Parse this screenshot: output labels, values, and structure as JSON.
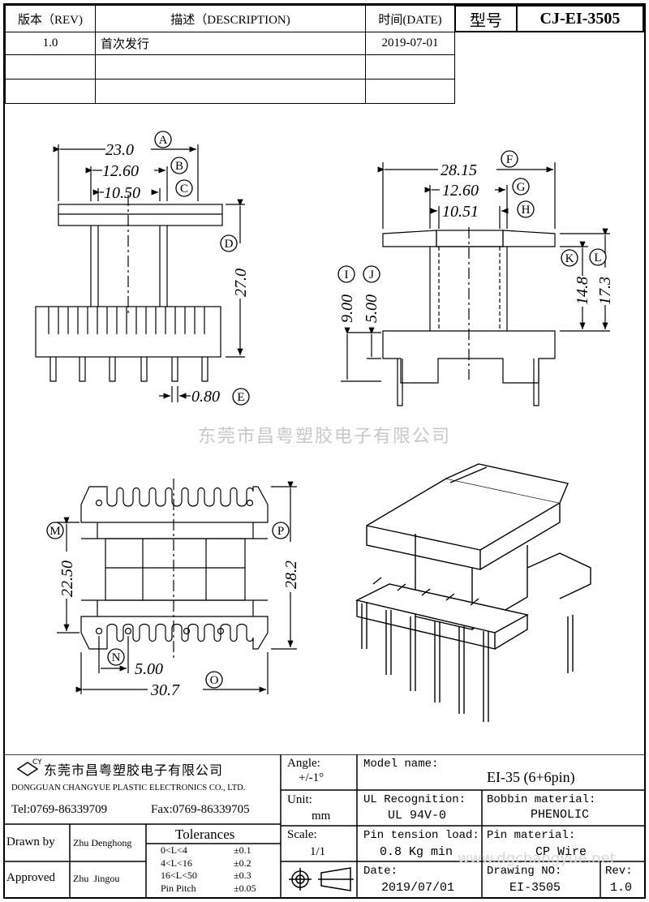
{
  "header": {
    "col_rev": "版本（REV)",
    "col_desc": "描述（DESCRIPTION)",
    "col_date": "时间(DATE)",
    "rows": [
      {
        "rev": "1.0",
        "desc": "首次发行",
        "date": "2019-07-01"
      }
    ]
  },
  "model": {
    "label": "型号",
    "value": "CJ-EI-3505"
  },
  "dimensions": {
    "front": {
      "A": "23.0",
      "B": "12.60",
      "C": "10.50",
      "D": "27.0",
      "E": "0.80"
    },
    "side": {
      "F": "28.15",
      "G": "12.60",
      "H": "10.51",
      "I": "9.00",
      "J": "5.00",
      "K": "14.8",
      "L": "17.3"
    },
    "top": {
      "M": "22.50",
      "N": "5.00",
      "O": "30.7",
      "P": "28.2"
    },
    "letters": [
      "A",
      "B",
      "C",
      "D",
      "E",
      "F",
      "G",
      "H",
      "I",
      "J",
      "K",
      "L",
      "M",
      "N",
      "O",
      "P"
    ]
  },
  "watermark": "东莞市昌粤塑胶电子有限公司",
  "title_block": {
    "company_cn": "东莞市昌粤塑胶电子有限公司",
    "company_en": "DONGGUAN CHANGYUE PLASTIC ELECTRONICS CO., LTD.",
    "tel": "Tel:0769-86339709",
    "fax": "Fax:0769-86339705",
    "logo_text": "CY",
    "drawn_by_label": "Drawn by",
    "drawn_by": "Zhu Denghong",
    "approved_label": "Approved",
    "approved_by": "Zhu  Jingou",
    "tolerances_label": "Tolerances",
    "tolerances": [
      {
        "range": "0<L<4",
        "value": "±0.1"
      },
      {
        "range": "4<L<16",
        "value": "±0.2"
      },
      {
        "range": "16<L<50",
        "value": "±0.3"
      },
      {
        "range": "Pin Pitch",
        "value": "±0.05"
      }
    ],
    "angle_label": "Angle:",
    "angle": "+/-1°",
    "unit_label": "Unit:",
    "unit": "mm",
    "scale_label": "Scale:",
    "scale": "1/1",
    "model_name_label": "Model name:",
    "model_name": "EI-35 (6+6pin)",
    "ul_label": "UL Recognition:",
    "ul": "UL 94V-0",
    "bobbin_label": "Bobbin material:",
    "bobbin": "PHENOLIC",
    "pin_tension_label": "Pin tension load:",
    "pin_tension": "0.8 Kg min",
    "pin_material_label": "Pin material:",
    "pin_material": "CP Wire",
    "date_label": "Date:",
    "date": "2019/07/01",
    "drawing_no_label": "Drawing NO:",
    "drawing_no": "EI-3505",
    "rev_label": "Rev:",
    "rev": "1.0",
    "website_watermark": "www.dgchangyue.net"
  }
}
